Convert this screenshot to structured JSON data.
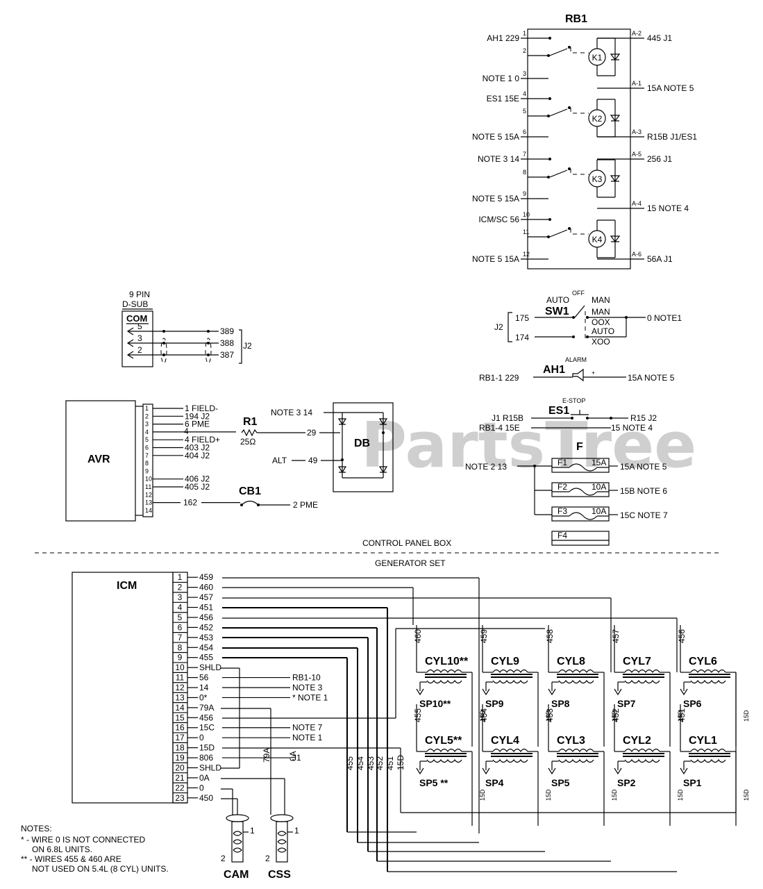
{
  "watermark": "PartsTree",
  "rb1": {
    "title": "RB1",
    "left": [
      {
        "pin": "1",
        "label": "AH1 229"
      },
      {
        "pin": "2",
        "label": ""
      },
      {
        "pin": "3",
        "label": "NOTE 1 0"
      },
      {
        "pin": "4",
        "label": "ES1 15E"
      },
      {
        "pin": "5",
        "label": ""
      },
      {
        "pin": "6",
        "label": "NOTE 5 15A"
      },
      {
        "pin": "7",
        "label": "NOTE 3 14"
      },
      {
        "pin": "8",
        "label": ""
      },
      {
        "pin": "9",
        "label": "NOTE 5 15A"
      },
      {
        "pin": "10",
        "label": "ICM/SC 56"
      },
      {
        "pin": "11",
        "label": ""
      },
      {
        "pin": "12",
        "label": "NOTE 5 15A"
      }
    ],
    "right": [
      {
        "pin": "A-2",
        "label": "445 J1"
      },
      {
        "pin": "A-1",
        "label": "15A NOTE 5"
      },
      {
        "pin": "A-3",
        "label": "R15B J1/ES1"
      },
      {
        "pin": "A-5",
        "label": "256 J1"
      },
      {
        "pin": "A-4",
        "label": "15 NOTE 4"
      },
      {
        "pin": "A-6",
        "label": "56A J1"
      }
    ],
    "relays": [
      "K1",
      "K2",
      "K3",
      "K4"
    ]
  },
  "sw1": {
    "name": "SW1",
    "auto": "AUTO",
    "off": "OFF",
    "man": "MAN",
    "man2": "MAN",
    "oox": "OOX",
    "auto2": "AUTO",
    "xoo": "XOO",
    "j2": "J2",
    "w1": "175",
    "w2": "174",
    "out": "0 NOTE1"
  },
  "ah1": {
    "name": "AH1",
    "sub": "ALARM",
    "left": "RB1-1 229",
    "right": "15A NOTE 5",
    "plus": "+"
  },
  "es1": {
    "name": "ES1",
    "sub": "E-STOP",
    "l1": "J1 R15B",
    "l2": "RB1-4 15E",
    "r1": "R15 J2",
    "r2": "15 NOTE 4"
  },
  "fuses": {
    "name": "F",
    "input": "NOTE 2 13",
    "items": [
      {
        "id": "F1",
        "rating": "15A",
        "out": "15A NOTE 5"
      },
      {
        "id": "F2",
        "rating": "10A",
        "out": "15B NOTE 6"
      },
      {
        "id": "F3",
        "rating": "10A",
        "out": "15C NOTE 7"
      },
      {
        "id": "F4",
        "rating": "",
        "out": ""
      }
    ]
  },
  "com": {
    "h1": "9 PIN",
    "h2": "D-SUB",
    "name": "COM",
    "pins": [
      "5",
      "3",
      "2"
    ],
    "wires": [
      "389",
      "388",
      "387"
    ],
    "j": "J2"
  },
  "avr": {
    "name": "AVR",
    "pins": [
      "1",
      "2",
      "3",
      "4",
      "5",
      "6",
      "7",
      "8",
      "9",
      "10",
      "11",
      "12",
      "13",
      "14"
    ],
    "wires": [
      "1 FIELD-",
      "194 J2",
      "6 PME",
      "4",
      "4 FIELD+",
      "403 J2",
      "404 J2",
      "",
      "",
      "406 J2",
      "405 J2",
      "",
      "162",
      ""
    ],
    "r1": "R1",
    "r1v": "25Ω",
    "w29": "29",
    "w49": "49",
    "alt": "ALT",
    "note314": "NOTE 3 14",
    "db": "DB",
    "cb1": "CB1",
    "cbout": "2 PME"
  },
  "sections": {
    "top": "CONTROL PANEL BOX",
    "bottom": "GENERATOR SET"
  },
  "icm": {
    "name": "ICM",
    "pins": [
      "1",
      "2",
      "3",
      "4",
      "5",
      "6",
      "7",
      "8",
      "9",
      "10",
      "11",
      "12",
      "13",
      "14",
      "15",
      "16",
      "17",
      "18",
      "19",
      "20",
      "21",
      "22",
      "23"
    ],
    "wires": [
      "459",
      "460",
      "457",
      "451",
      "456",
      "452",
      "453",
      "454",
      "455",
      "SHLD",
      "56",
      "14",
      "0*",
      "79A",
      "456",
      "15C",
      "0",
      "15D",
      "806",
      "SHLD",
      "0A",
      "0",
      "450"
    ],
    "dest": [
      "",
      "",
      "",
      "",
      "",
      "",
      "",
      "",
      "",
      "",
      "RB1-10",
      "NOTE 3",
      "* NOTE 1",
      "",
      "",
      "NOTE 7",
      "NOTE 1",
      "",
      "J1",
      "",
      "",
      "",
      ""
    ]
  },
  "cylinders": [
    {
      "cyl": "CYL10**",
      "sp": "SP10**",
      "wire": "460"
    },
    {
      "cyl": "CYL9",
      "sp": "SP9",
      "wire": "459"
    },
    {
      "cyl": "CYL8",
      "sp": "SP8",
      "wire": "458"
    },
    {
      "cyl": "CYL7",
      "sp": "SP7",
      "wire": "457"
    },
    {
      "cyl": "CYL6",
      "sp": "SP6",
      "wire": "456"
    },
    {
      "cyl": "CYL5**",
      "sp": "SP5 **",
      "wire": "455"
    },
    {
      "cyl": "CYL4",
      "sp": "SP4",
      "wire": "454"
    },
    {
      "cyl": "CYL3",
      "sp": "SP5",
      "wire": "453"
    },
    {
      "cyl": "CYL2",
      "sp": "SP2",
      "wire": "452"
    },
    {
      "cyl": "CYL1",
      "sp": "SP1",
      "wire": "451"
    }
  ],
  "bus": [
    "455",
    "454",
    "453",
    "452",
    "451",
    "15D"
  ],
  "w15d": "15D",
  "sensors": {
    "cam": "CAM",
    "css": "CSS",
    "w79a": "79A",
    "w0a": "0A",
    "p1": "1",
    "p2": "2"
  },
  "notes": {
    "title": "NOTES:",
    "n1a": "* - WIRE 0 IS NOT CONNECTED",
    "n1b": "ON 6.8L UNITS.",
    "n2a": "** - WIRES 455 & 460  ARE",
    "n2b": "NOT USED ON 5.4L (8 CYL) UNITS."
  }
}
